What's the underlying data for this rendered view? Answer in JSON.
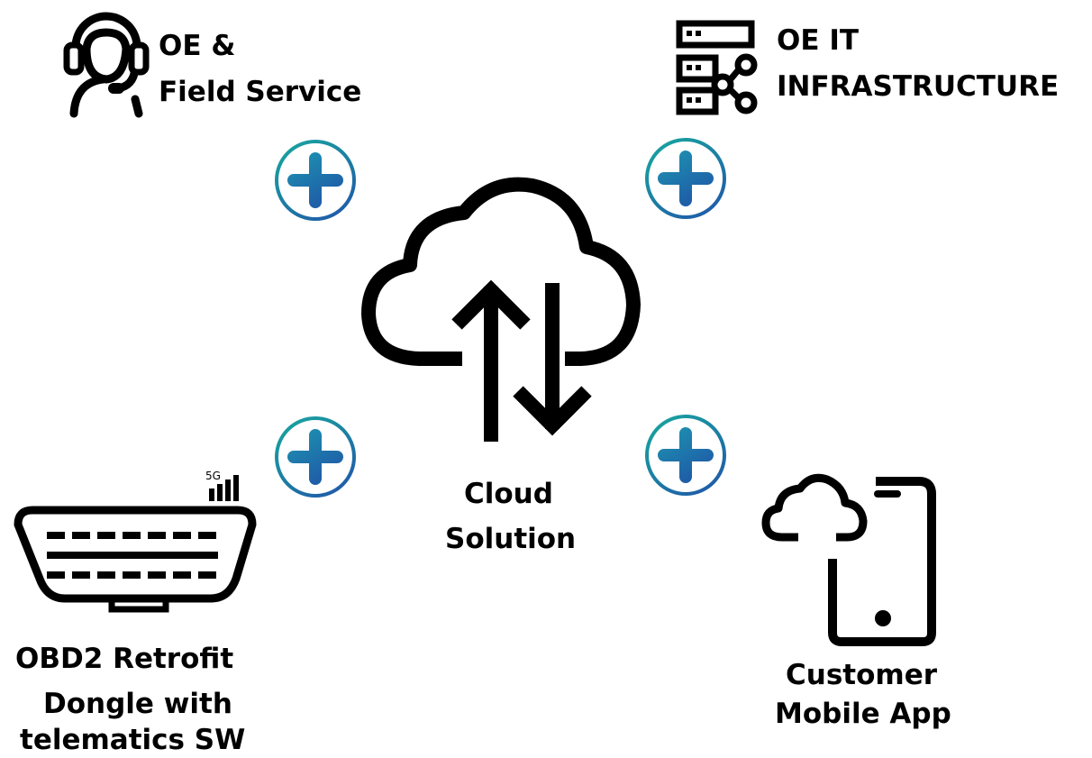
{
  "nodes": {
    "field_service": {
      "line1": "OE &",
      "line2": "Field Service",
      "icon": "headset-agent-icon"
    },
    "it_infra": {
      "line1": "OE IT",
      "line2": "INFRASTRUCTURE",
      "icon": "server-share-icon"
    },
    "cloud": {
      "line1": "Cloud",
      "line2": "Solution",
      "icon": "cloud-sync-icon"
    },
    "dongle": {
      "line1": "OBD2 Retrofit",
      "line2": "Dongle with",
      "line3": "telematics SW",
      "icon": "obd2-connector-icon",
      "signal_label": "5G"
    },
    "mobile": {
      "line1": "Customer",
      "line2": "Mobile App",
      "icon": "cloud-smartphone-icon"
    }
  },
  "connectors": [
    {
      "icon": "plus-circle-icon",
      "between": "field_service-cloud"
    },
    {
      "icon": "plus-circle-icon",
      "between": "it_infra-cloud"
    },
    {
      "icon": "plus-circle-icon",
      "between": "dongle-cloud"
    },
    {
      "icon": "plus-circle-icon",
      "between": "mobile-cloud"
    }
  ],
  "colors": {
    "plus_gradient_start": "#18a89e",
    "plus_gradient_end": "#1f5fa8",
    "ink": "#000000"
  }
}
